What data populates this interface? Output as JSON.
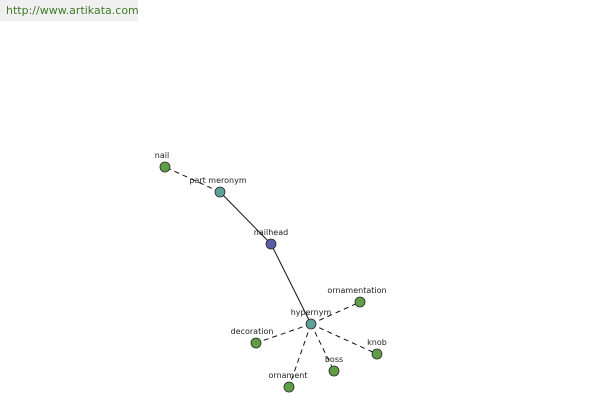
{
  "source_link": "http://www.artikata.com",
  "colors": {
    "word_node": "#5f9e47",
    "relation_node": "#5f9f96",
    "center_node": "#5a5ea6",
    "edge": "#111111",
    "node_stroke": "#2a2a2a"
  },
  "nodes": [
    {
      "id": "nailhead",
      "label": "nailhead",
      "kind": "center"
    },
    {
      "id": "part-meronym",
      "label": "part meronym",
      "kind": "relation"
    },
    {
      "id": "hypernym",
      "label": "hypernym",
      "kind": "relation"
    },
    {
      "id": "nail",
      "label": "nail",
      "kind": "word"
    },
    {
      "id": "ornamentation",
      "label": "ornamentation",
      "kind": "word"
    },
    {
      "id": "decoration",
      "label": "decoration",
      "kind": "word"
    },
    {
      "id": "knob",
      "label": "knob",
      "kind": "word"
    },
    {
      "id": "boss",
      "label": "boss",
      "kind": "word"
    },
    {
      "id": "ornament",
      "label": "ornament",
      "kind": "word"
    }
  ],
  "edges": [
    {
      "from": "nailhead",
      "to": "part-meronym",
      "style": "solid"
    },
    {
      "from": "nailhead",
      "to": "hypernym",
      "style": "solid"
    },
    {
      "from": "part-meronym",
      "to": "nail",
      "style": "dashed"
    },
    {
      "from": "hypernym",
      "to": "ornamentation",
      "style": "dashed"
    },
    {
      "from": "hypernym",
      "to": "decoration",
      "style": "dashed"
    },
    {
      "from": "hypernym",
      "to": "knob",
      "style": "dashed"
    },
    {
      "from": "hypernym",
      "to": "boss",
      "style": "dashed"
    },
    {
      "from": "hypernym",
      "to": "ornament",
      "style": "dashed"
    }
  ]
}
